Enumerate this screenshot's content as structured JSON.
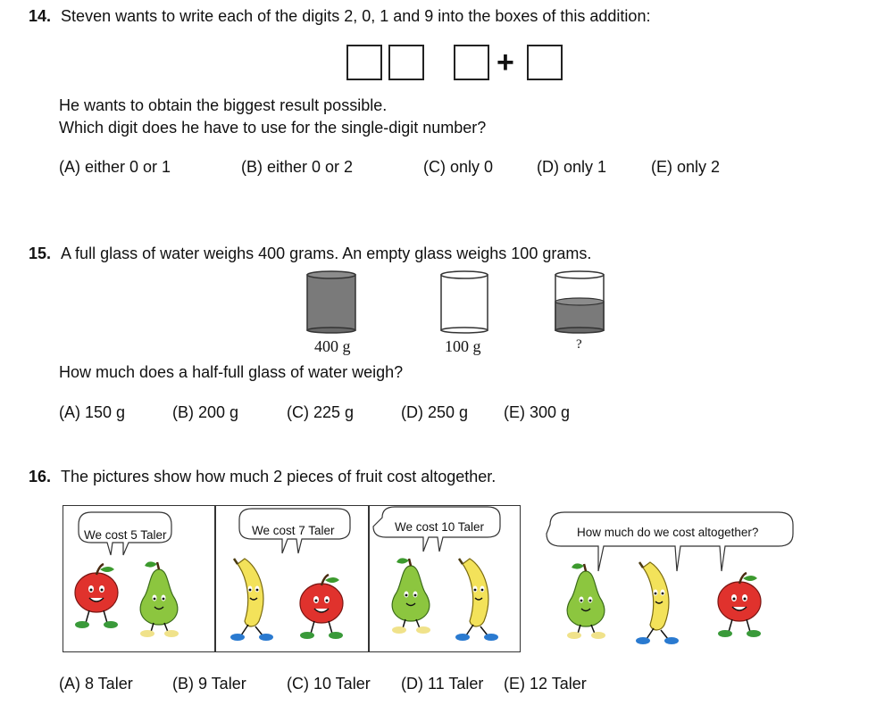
{
  "q14": {
    "number": "14.",
    "text": "Steven wants to write each of the digits 2, 0, 1 and 9 into the boxes of this addition:",
    "plus": "+",
    "line1": "He wants to obtain the biggest result possible.",
    "line2": "Which digit does he have to use for the single-digit number?",
    "options": [
      "(A) either 0 or 1",
      "(B) either 0 or 2",
      "(C) only 0",
      "(D) only 1",
      "(E) only 2"
    ]
  },
  "q15": {
    "number": "15.",
    "text": "A full glass of water weighs 400 grams. An empty glass weighs 100 grams.",
    "glass_labels": [
      "400 g",
      "100 g",
      "?"
    ],
    "question": "How much does a half-full glass of water weigh?",
    "options": [
      "(A) 150 g",
      "(B) 200 g",
      "(C) 225 g",
      "(D) 250 g",
      "(E) 300 g"
    ]
  },
  "q16": {
    "number": "16.",
    "text": "The pictures show how much 2 pieces of fruit cost altogether.",
    "bubbles": [
      "We cost 5 Taler",
      "We cost 7 Taler",
      "We cost 10 Taler",
      "How much do we cost altogether?"
    ],
    "options": [
      "(A) 8 Taler",
      "(B) 9 Taler",
      "(C) 10 Taler",
      "(D) 11 Taler",
      "(E) 12 Taler"
    ]
  },
  "colors": {
    "apple": "#e0322d",
    "pear": "#8cc63f",
    "banana": "#f3e25a",
    "water": "#7a7a7a"
  }
}
